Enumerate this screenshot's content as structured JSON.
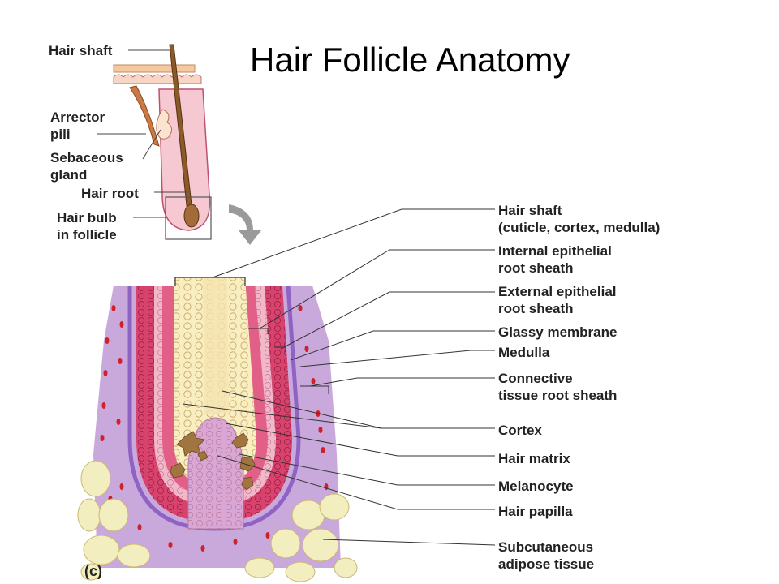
{
  "title": "Hair Follicle Anatomy",
  "panel_label": "(c)",
  "small_diagram_labels": {
    "hair_shaft": "Hair shaft",
    "arrector_pili": "Arrector\npili",
    "sebaceous_gland": "Sebaceous\ngland",
    "hair_root": "Hair root",
    "hair_bulb": "Hair bulb\nin follicle"
  },
  "callout_labels": {
    "hair_shaft": "Hair shaft\n(cuticle, cortex, medulla)",
    "internal_sheath": "Internal epithelial\nroot sheath",
    "external_sheath": "External epithelial\nroot sheath",
    "glassy_membrane": "Glassy membrane",
    "medulla": "Medulla",
    "connective_sheath": "Connective\ntissue root sheath",
    "cortex": "Cortex",
    "hair_matrix": "Hair matrix",
    "melanocyte": "Melanocyte",
    "hair_papilla": "Hair papilla",
    "adipose": "Subcutaneous\nadipose tissue"
  },
  "colors": {
    "dermis": "#c9a9dc",
    "glassy": "#8e63c4",
    "root_sheath": "#d8436e",
    "inner_sheath": "#f2b7c8",
    "shaft": "#f8eec0",
    "papilla": "#d9a7d5",
    "melanocyte": "#a0753f",
    "adipose": "#f3eec0",
    "arrow": "#9a9a9a"
  }
}
